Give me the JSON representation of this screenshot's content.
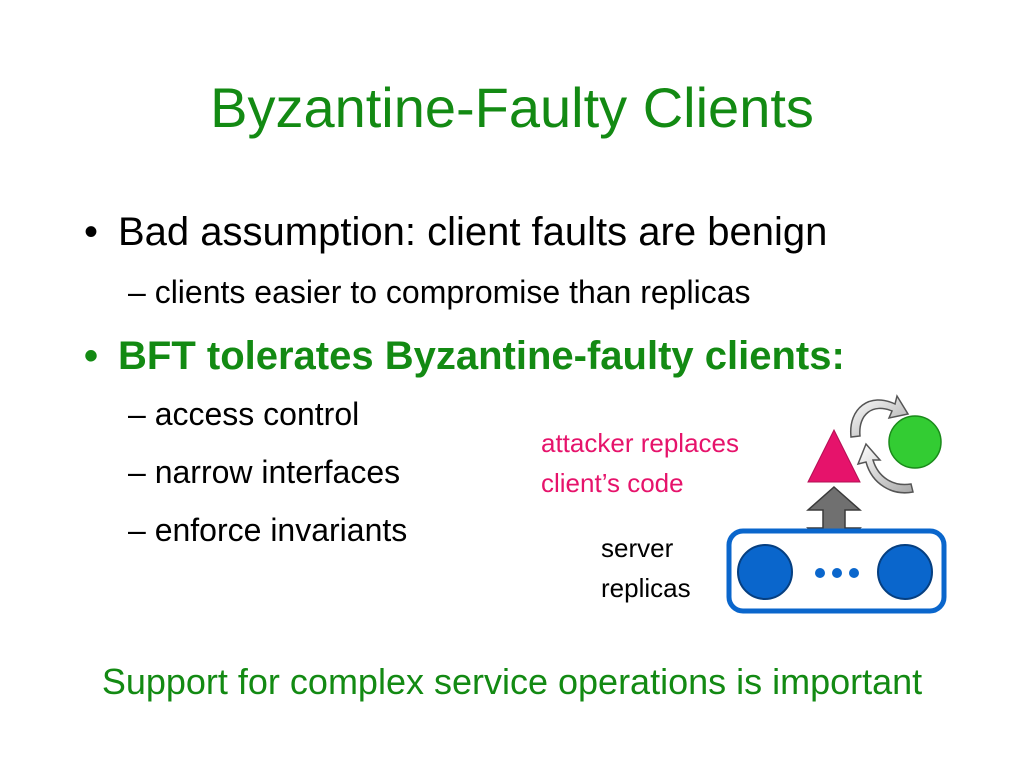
{
  "slide": {
    "title": "Byzantine-Faulty Clients",
    "bullets": [
      {
        "marker": "•",
        "text": "Bad assumption: client faults are benign",
        "subitems": [
          "clients easier to compromise than replicas"
        ]
      },
      {
        "marker": "•",
        "text": "BFT tolerates Byzantine-faulty clients:",
        "subitems": [
          "access control",
          "narrow interfaces",
          "enforce invariants"
        ]
      }
    ],
    "subitem_marker": "–",
    "diagram": {
      "attacker_label_line1": "attacker replaces",
      "attacker_label_line2": "client’s code",
      "replicas_label_line1": "server",
      "replicas_label_line2": "replicas"
    },
    "footer": "Support for complex service operations is important"
  },
  "colors": {
    "title_green": "#138a13",
    "callout_pink": "#e6136b",
    "triangle_pink": "#e6136b",
    "circle_green": "#33cc33",
    "replica_blue": "#0a66cc",
    "arrow_gray": "#707070"
  }
}
